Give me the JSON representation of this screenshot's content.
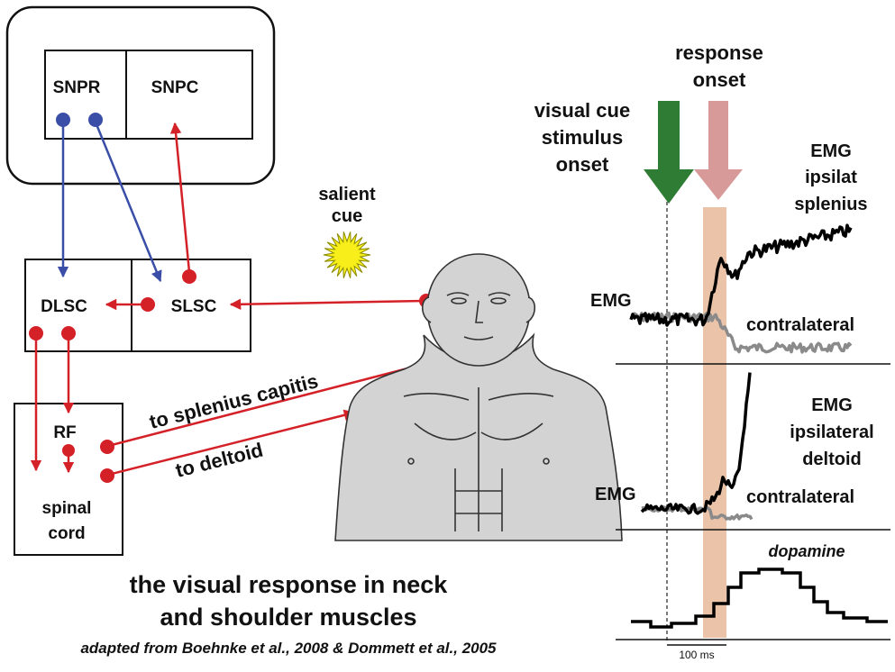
{
  "circuit": {
    "snpr": "SNPR",
    "snpc": "SNPC",
    "dlsc": "DLSC",
    "slsc": "SLSC",
    "rf": "RF",
    "spinal_cord_line1": "spinal",
    "spinal_cord_line2": "cord",
    "salient_cue_line1": "salient",
    "salient_cue_line2": "cue",
    "to_splenius": "to splenius capitis",
    "to_deltoid": "to deltoid"
  },
  "colors": {
    "excitatory": "#d42027",
    "inhibitory": "#3a4ea8",
    "stimulus_arrow": "#2f7d35",
    "response_arrow": "#d79a98",
    "response_band": "#e8b89a",
    "cue_star": "#f7ee1a",
    "body_fill": "#d3d3d3"
  },
  "traces": {
    "stimulus_label_line1": "visual cue",
    "stimulus_label_line2": "stimulus",
    "stimulus_label_line3": "onset",
    "response_label_line1": "response",
    "response_label_line2": "onset",
    "splenius_title_line1": "EMG",
    "splenius_title_line2": "ipsilat",
    "splenius_title_line3": "splenius",
    "splenius_emg": "EMG",
    "splenius_contra": "contralateral",
    "deltoid_title_line1": "EMG",
    "deltoid_title_line2": "ipsilateral",
    "deltoid_title_line3": "deltoid",
    "deltoid_emg": "EMG",
    "deltoid_contra": "contralateral",
    "dopamine": "dopamine",
    "scale_bar": "100 ms"
  },
  "caption": {
    "line1": "the visual response in neck",
    "line2": "and shoulder muscles",
    "source": "adapted from Boehnke et al., 2008 & Dommett et al., 2005"
  }
}
